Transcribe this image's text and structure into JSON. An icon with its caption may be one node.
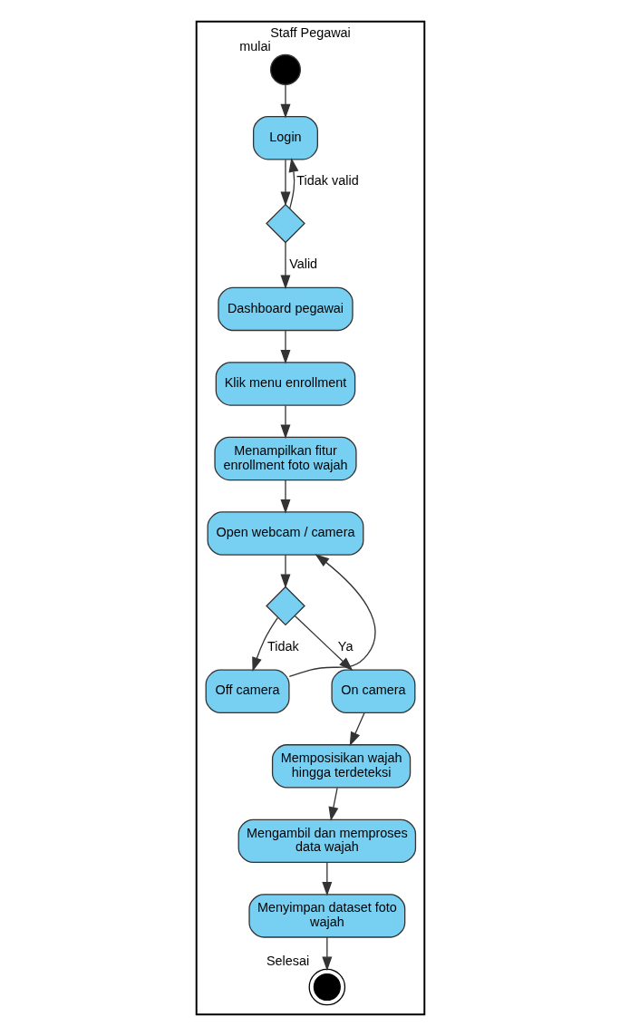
{
  "diagram": {
    "nodes": [
      {
        "text": [
          "Staff Pegawai"
        ]
      },
      {
        "text": [],
        "shape": "circle",
        "in": 0,
        "beside": [
          "mulai"
        ]
      },
      {
        "text": [
          "Login"
        ],
        "in": 0
      },
      {
        "text": [],
        "shape": "diamond",
        "in": 0
      },
      {
        "text": [
          "Dashboard pegawai"
        ],
        "in": 0
      },
      {
        "text": [
          "Klik menu enrollment"
        ],
        "in": 0
      },
      {
        "text": [
          "Menampilkan fitur enrollment foto wajah"
        ],
        "in": 0
      },
      {
        "text": [
          "Open webcam / camera"
        ],
        "in": 0
      },
      {
        "text": [],
        "shape": "diamond",
        "in": 0
      },
      {
        "text": [
          "Off camera"
        ],
        "in": 0
      },
      {
        "text": [
          "On camera"
        ],
        "in": 0
      },
      {
        "text": [
          "Memposisikan wajah hingga terdeteksi"
        ],
        "in": 0
      },
      {
        "text": [
          "Mengambil dan memproses data wajah"
        ],
        "in": 0
      },
      {
        "text": [
          "Menyimpan dataset foto wajah"
        ],
        "in": 0
      },
      {
        "text": [],
        "shape": "bullseye",
        "in": 0,
        "beside": [
          "Selesai"
        ]
      }
    ],
    "edges": [
      {
        "from": 1,
        "to": 2,
        "arrow": "to"
      },
      {
        "from": 2,
        "to": 3,
        "arrow": "to"
      },
      {
        "from": 3,
        "to": 2,
        "arrow": "to",
        "label": "Tidak valid"
      },
      {
        "from": 3,
        "to": 4,
        "arrow": "to",
        "label": "Valid"
      },
      {
        "from": 4,
        "to": 5,
        "arrow": "to"
      },
      {
        "from": 5,
        "to": 6,
        "arrow": "to"
      },
      {
        "from": 6,
        "to": 7,
        "arrow": "to"
      },
      {
        "from": 7,
        "to": 8,
        "arrow": "to"
      },
      {
        "from": 8,
        "to": 9,
        "arrow": "to",
        "label": "Tidak"
      },
      {
        "from": 9,
        "to": 7,
        "arrow": "to"
      },
      {
        "from": 8,
        "to": 10,
        "arrow": "to",
        "label": "Ya"
      },
      {
        "from": 10,
        "to": 11,
        "arrow": "to"
      },
      {
        "from": 11,
        "to": 12,
        "arrow": "to"
      },
      {
        "from": 12,
        "to": 13,
        "arrow": "to"
      },
      {
        "from": 13,
        "to": 14,
        "arrow": "to"
      }
    ]
  }
}
